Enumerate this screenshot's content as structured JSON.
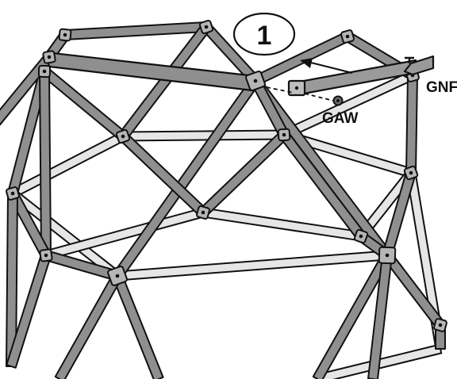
{
  "figure": {
    "step_number": "1",
    "labels": {
      "highlighted_tube_part": "GNF",
      "fastener_part": "GAW"
    }
  },
  "colors": {
    "dark_tube": "#8f8f8f",
    "light_tube": "#e6e6e6",
    "outline": "#111111",
    "background": "#ffffff"
  },
  "icons": {
    "direction_arrow": "arrow-left-icon",
    "fastener": "bolt-icon"
  }
}
